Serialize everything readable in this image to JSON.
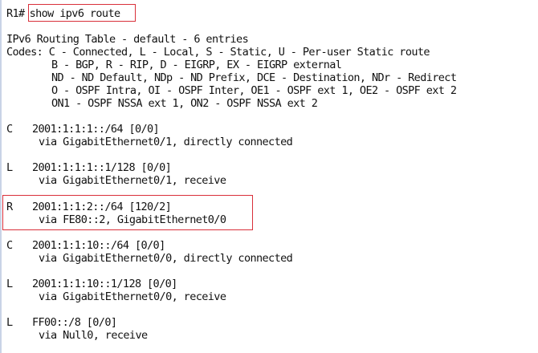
{
  "prompt": {
    "hostname": "R1#",
    "command": "show ipv6 route"
  },
  "header": {
    "title": "IPv6 Routing Table - default - 6 entries",
    "codes": [
      "Codes: C - Connected, L - Local, S - Static, U - Per-user Static route",
      "B - BGP, R - RIP, D - EIGRP, EX - EIGRP external",
      "ND - ND Default, NDp - ND Prefix, DCE - Destination, NDr - Redirect",
      "O - OSPF Intra, OI - OSPF Inter, OE1 - OSPF ext 1, OE2 - OSPF ext 2",
      "ON1 - OSPF NSSA ext 1, ON2 - OSPF NSSA ext 2"
    ]
  },
  "routes": [
    {
      "code": "C",
      "prefix": "2001:1:1:1::/64 [0/0]",
      "via": "via GigabitEthernet0/1, directly connected"
    },
    {
      "code": "L",
      "prefix": "2001:1:1:1::1/128 [0/0]",
      "via": "via GigabitEthernet0/1, receive"
    },
    {
      "code": "R",
      "prefix": "2001:1:1:2::/64 [120/2]",
      "via": "via FE80::2, GigabitEthernet0/0"
    },
    {
      "code": "C",
      "prefix": "2001:1:1:10::/64 [0/0]",
      "via": "via GigabitEthernet0/0, directly connected"
    },
    {
      "code": "L",
      "prefix": "2001:1:1:10::1/128 [0/0]",
      "via": "via GigabitEthernet0/0, receive"
    },
    {
      "code": "L",
      "prefix": "FF00::/8 [0/0]",
      "via": "via Null0, receive"
    }
  ],
  "highlight_color": "#d9303a"
}
